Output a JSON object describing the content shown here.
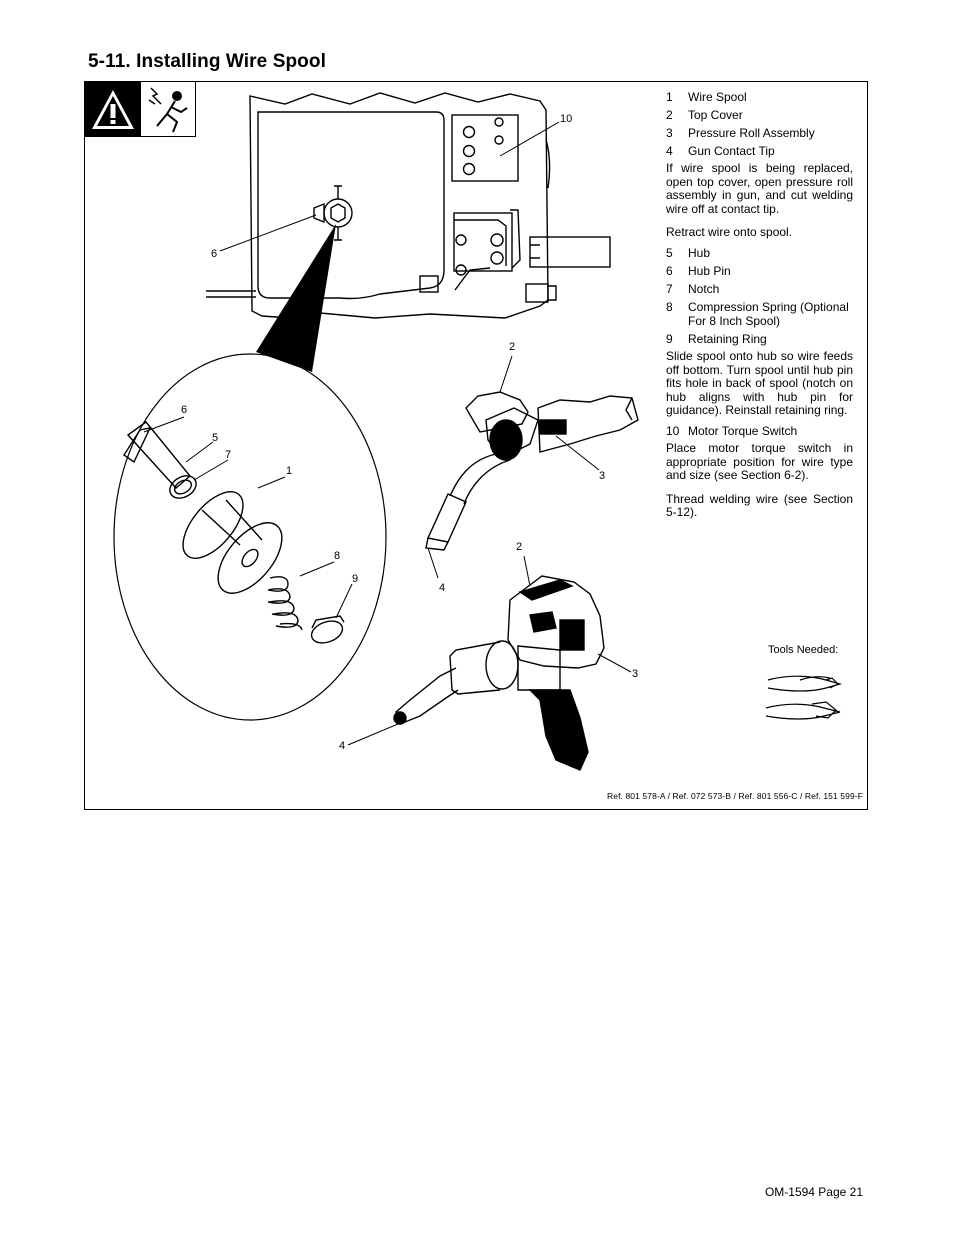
{
  "section": {
    "title": "5-11.  Installing Wire Spool"
  },
  "icons": {
    "warning": "warning-triangle-icon",
    "shock": "welder-electric-shock-icon"
  },
  "legend_a": [
    {
      "num": "1",
      "label": "Wire Spool"
    },
    {
      "num": "2",
      "label": "Top Cover"
    },
    {
      "num": "3",
      "label": "Pressure Roll Assembly"
    },
    {
      "num": "4",
      "label": "Gun Contact Tip"
    }
  ],
  "para_1": "If wire spool is being replaced, open top cover, open pressure roll assembly in gun, and cut welding wire off at contact tip.",
  "para_2": "Retract wire onto spool.",
  "legend_b": [
    {
      "num": "5",
      "label": "Hub"
    },
    {
      "num": "6",
      "label": "Hub Pin"
    },
    {
      "num": "7",
      "label": "Notch"
    },
    {
      "num": "8",
      "label": "Compression Spring (Optional For 8 Inch Spool)"
    },
    {
      "num": "9",
      "label": "Retaining Ring"
    }
  ],
  "para_3": "Slide spool onto hub so wire feeds off bottom. Turn spool until hub pin fits hole in back of spool (notch on hub aligns with hub pin for guidance). Reinstall retaining ring.",
  "legend_c": [
    {
      "num": "10",
      "label": "Motor Torque Switch"
    }
  ],
  "para_4": "Place motor torque switch in appropriate position for wire type and size (see Section 6-2).",
  "para_5": "Thread welding wire (see Section 5-12).",
  "callouts": {
    "c10": "10",
    "c6_top": "6",
    "c6_inset": "6",
    "c5": "5",
    "c7": "7",
    "c1": "1",
    "c8": "8",
    "c9": "9",
    "c2_a": "2",
    "c3_a": "3",
    "c4_a": "4",
    "c2_b": "2",
    "c3_b": "3",
    "c4_b": "4"
  },
  "tools_label": "Tools Needed:",
  "tools": [
    "pliers-icon",
    "wire-cutter-icon"
  ],
  "reference": "Ref. 801 578-A / Ref. 072 573-B / Ref. 801 556-C / Ref. 151 599-F",
  "footer": "OM-1594 Page 21"
}
